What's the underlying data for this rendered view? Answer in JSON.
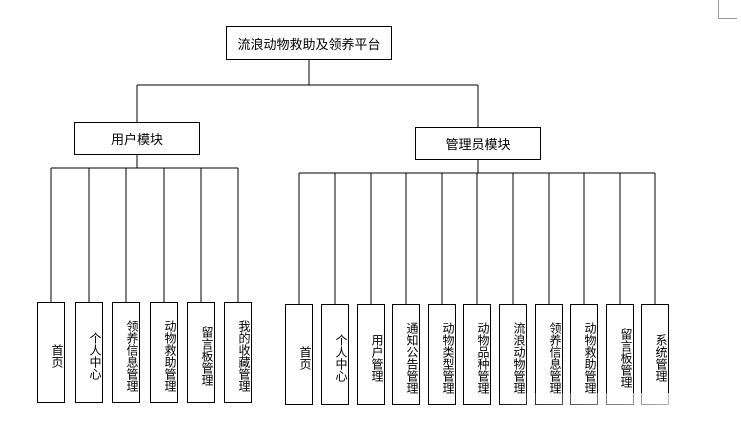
{
  "diagram": {
    "root": "流浪动物救助及领养平台",
    "groups": [
      {
        "label": "用户模块",
        "children": [
          "首页",
          "个人中心",
          "领养信息管理",
          "动物救助管理",
          "留言板管理",
          "我的收藏管理"
        ]
      },
      {
        "label": "管理员模块",
        "children": [
          "首页",
          "个人中心",
          "用户管理",
          "通知公告管理",
          "动物类型管理",
          "动物品种管理",
          "流浪动物管理",
          "领养信息管理",
          "动物救助管理",
          "留言板管理",
          "系统管理"
        ]
      }
    ]
  },
  "colors": {
    "line": "#000000",
    "box_border": "#000000",
    "background": "#ffffff"
  }
}
